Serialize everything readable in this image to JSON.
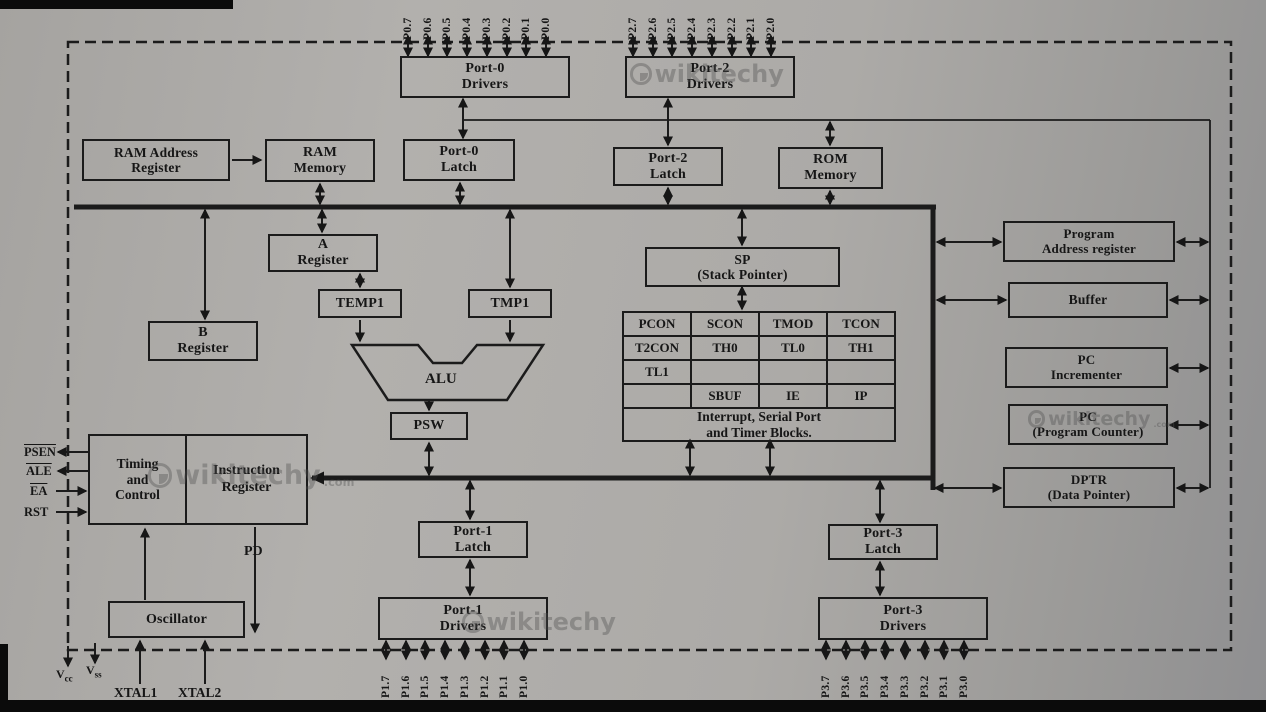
{
  "watermark": {
    "text": "wikitechy",
    "suffix": ".com"
  },
  "pins": {
    "p0": [
      "P0.7",
      "P0.6",
      "P0.5",
      "P0.4",
      "P0.3",
      "P0.2",
      "P0.1",
      "P0.0"
    ],
    "p2": [
      "P2.7",
      "P2.6",
      "P2.5",
      "P2.4",
      "P2.3",
      "P2.2",
      "P2.1",
      "P2.0"
    ],
    "p1": [
      "P1.7",
      "P1.6",
      "P1.5",
      "P1.4",
      "P1.3",
      "P1.2",
      "P1.1",
      "P1.0"
    ],
    "p3": [
      "P3.7",
      "P3.6",
      "P3.5",
      "P3.4",
      "P3.3",
      "P3.2",
      "P3.1",
      "P3.0"
    ]
  },
  "blocks": {
    "port0_drivers": "Port-0\nDrivers",
    "port2_drivers": "Port-2\nDrivers",
    "ram_address_register": "RAM Address\nRegister",
    "ram_memory": "RAM\nMemory",
    "port0_latch": "Port-0\nLatch",
    "port2_latch": "Port-2\nLatch",
    "rom_memory": "ROM\nMemory",
    "a_register": "A\nRegister",
    "b_register": "B\nRegister",
    "temp1": "TEMP1",
    "tmp1": "TMP1",
    "alu": "ALU",
    "psw": "PSW",
    "sp": "SP\n(Stack Pointer)",
    "program_address_register": "Program\nAddress register",
    "buffer": "Buffer",
    "pc_incrementer": "PC\nIncrementer",
    "pc": "PC\n(Program Counter)",
    "dptr": "DPTR\n(Data Pointer)",
    "timing_and_control": "Timing\nand\nControl",
    "instruction_register": "Instruction\nRegister",
    "oscillator": "Oscillator",
    "port1_latch": "Port-1\nLatch",
    "port1_drivers": "Port-1\nDrivers",
    "port3_latch": "Port-3\nLatch",
    "port3_drivers": "Port-3\nDrivers"
  },
  "sfr_table": {
    "rows": [
      [
        "PCON",
        "SCON",
        "TMOD",
        "TCON"
      ],
      [
        "T2CON",
        "TH0",
        "TL0",
        "TH1"
      ],
      [
        "TL1",
        "",
        "",
        ""
      ],
      [
        "",
        "SBUF",
        "IE",
        "IP"
      ]
    ],
    "footer": "Interrupt, Serial Port\nand Timer Blocks."
  },
  "signals": {
    "psen": "PSEN",
    "ale": "ALE",
    "ea": "EA",
    "rst": "RST",
    "pd": "PD",
    "xtal1": "XTAL1",
    "xtal2": "XTAL2",
    "vcc_base": "V",
    "vcc_sub": "cc",
    "vss_base": "V",
    "vss_sub": "ss"
  }
}
